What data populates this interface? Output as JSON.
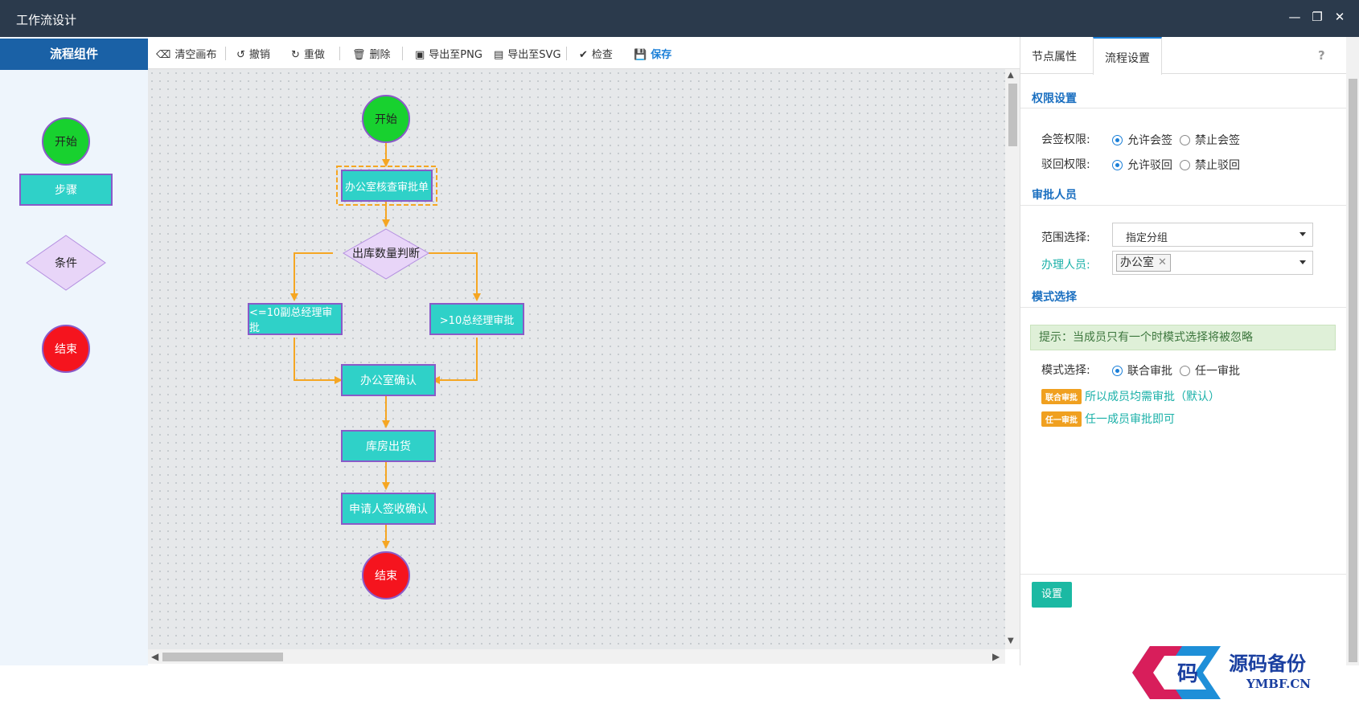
{
  "window": {
    "title": "工作流设计",
    "minimize": "—",
    "restore": "❐",
    "close": "✕"
  },
  "palette": {
    "title": "流程组件",
    "items": [
      "开始",
      "步骤",
      "条件",
      "结束"
    ]
  },
  "toolbar": {
    "clear": "清空画布",
    "undo": "撤销",
    "redo": "重做",
    "delete": "删除",
    "export_png": "导出至PNG",
    "export_svg": "导出至SVG",
    "check": "检查",
    "save": "保存"
  },
  "flow": {
    "start": "开始",
    "office_review": "办公室核查审批单",
    "condition": "出库数量判断",
    "le10": "<=10副总经理审批",
    "gt10": ">10总经理审批",
    "office_confirm": "办公室确认",
    "warehouse": "库房出货",
    "applicant_sign": "申请人签收确认",
    "end": "结束"
  },
  "panel": {
    "tabs": [
      "节点属性",
      "流程设置"
    ],
    "active_tab": "流程设置",
    "help": "?",
    "permissions": {
      "title": "权限设置",
      "countersign_label": "会签权限:",
      "countersign_options": [
        "允许会签",
        "禁止会签"
      ],
      "countersign_selected": "允许会签",
      "reject_label": "驳回权限:",
      "reject_options": [
        "允许驳回",
        "禁止驳回"
      ],
      "reject_selected": "允许驳回"
    },
    "approvers": {
      "title": "审批人员",
      "scope_label": "范围选择:",
      "scope_value": "指定分组",
      "handler_label": "办理人员:",
      "handler_chip": "办公室"
    },
    "mode": {
      "title": "模式选择",
      "hint": "提示：当成员只有一个时模式选择将被忽略",
      "label": "模式选择:",
      "options": [
        "联合审批",
        "任一审批"
      ],
      "selected": "联合审批",
      "legend": [
        {
          "badge": "联合审批",
          "text": "所以成员均需审批（默认）"
        },
        {
          "badge": "任一审批",
          "text": "任一成员审批即可"
        }
      ]
    },
    "set_button": "设置"
  },
  "watermark": {
    "big": "源码备份",
    "small": "YMBF.CN",
    "mark": "码"
  },
  "colors": {
    "titlebar": "#2b3a4c",
    "accent": "#1a7fd8",
    "step": "#2fd1c8",
    "start": "#18d12f",
    "end": "#f5141e",
    "condition": "#e8d5f8",
    "arrow": "#f5a623"
  }
}
